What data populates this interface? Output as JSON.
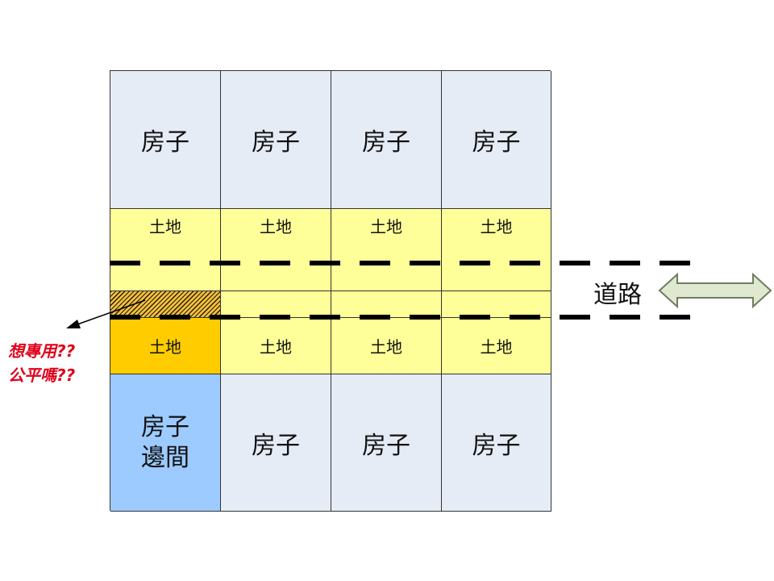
{
  "colors": {
    "house": "#e6ecf6",
    "house_corner": "#9dcbff",
    "land": "#ffff99",
    "land_corner": "#ffcc00",
    "question_text": "#e0001a",
    "arrow_fill": "#e0e8d0",
    "arrow_stroke": "#6e7d62"
  },
  "grid": {
    "top_houses": [
      "房子",
      "房子",
      "房子",
      "房子"
    ],
    "top_land": [
      "土地",
      "土地",
      "土地",
      "土地"
    ],
    "bottom_land": [
      "土地",
      "土地",
      "土地",
      "土地"
    ],
    "bottom_houses_corner": [
      "房子",
      "邊間"
    ],
    "bottom_houses": [
      "房子",
      "房子",
      "房子"
    ]
  },
  "road": {
    "label": "道路",
    "arrow_icon": "double-arrow-icon"
  },
  "annotation": {
    "line1": "想專用??",
    "line2": "公平嗎??",
    "pointer_icon": "pointer-arrow-icon"
  }
}
